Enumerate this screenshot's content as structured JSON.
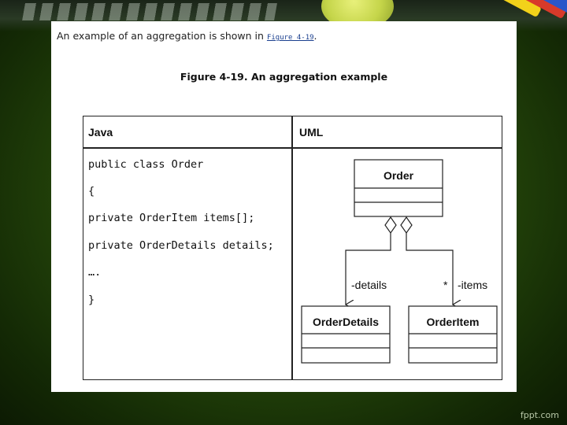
{
  "intro": {
    "text": "An example of an aggregation is shown in ",
    "link": "Figure 4-19",
    "suffix": "."
  },
  "figure": {
    "title": "Figure 4-19. An aggregation example",
    "java_header": "Java",
    "uml_header": "UML",
    "code_lines": [
      "public class Order",
      "{",
      "private OrderItem items[];",
      "private OrderDetails details;",
      "….",
      "}"
    ],
    "uml": {
      "order_class": "Order",
      "details_class": "OrderDetails",
      "item_class": "OrderItem",
      "details_role": "-details",
      "items_multiplicity": "*",
      "items_role": "-items"
    }
  },
  "footer": {
    "logo": "fppt.com"
  }
}
